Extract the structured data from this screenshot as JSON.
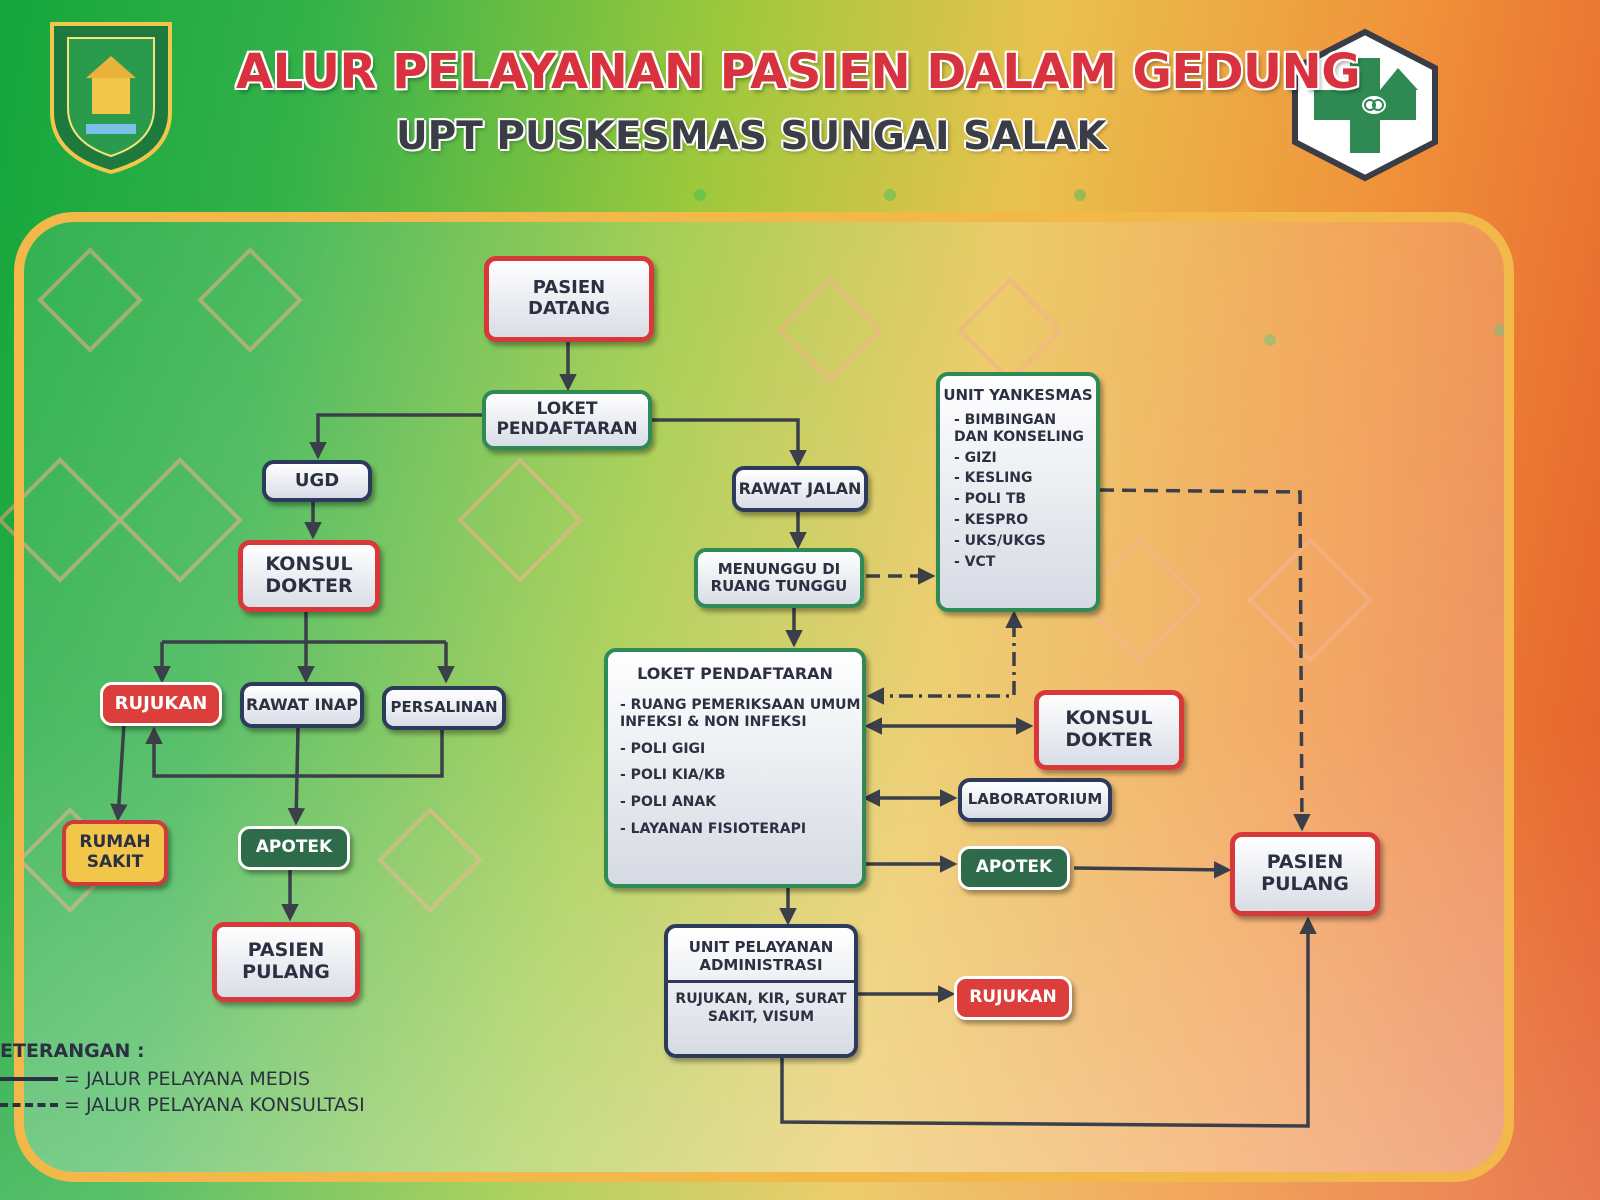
{
  "header": {
    "title": "ALUR PELAYANAN PASIEN DALAM GEDUNG",
    "subtitle": "UPT PUSKESMAS SUNGAI SALAK"
  },
  "colors": {
    "red": "#d9383b",
    "navy": "#2c3a5c",
    "green_dark": "#2d6b4a",
    "yellow": "#f1c64a",
    "frame": "#f2b84a"
  },
  "icons": {
    "left_logo": "regency-emblem-icon",
    "right_logo": "puskesmas-cross-icon"
  },
  "nodes": {
    "pasien_datang": "PASIEN\nDATANG",
    "loket_pendaftaran_top": "LOKET\nPENDAFTARAN",
    "ugd": "UGD",
    "konsul_dokter_left": "KONSUL\nDOKTER",
    "rujukan_left": "RUJUKAN",
    "rawat_inap": "RAWAT INAP",
    "persalinan": "PERSALINAN",
    "rumah_sakit": "RUMAH\nSAKIT",
    "apotek_left": "APOTEK",
    "pasien_pulang_left": "PASIEN\nPULANG",
    "rawat_jalan": "RAWAT JALAN",
    "menunggu": "MENUNGGU DI\nRUANG TUNGGU",
    "unit_yankesmas": {
      "title": "UNIT YANKESMAS",
      "items": [
        "BIMBINGAN\nDAN KONSELING",
        "GIZI",
        "KESLING",
        "POLI TB",
        "KESPRO",
        "UKS/UKGS",
        "VCT"
      ]
    },
    "loket_pendaftaran_main": {
      "title": "LOKET PENDAFTARAN",
      "items": [
        "RUANG PEMERIKSAAN UMUM\nINFEKSI & NON INFEKSI",
        "POLI GIGI",
        "POLI KIA/KB",
        "POLI ANAK",
        "LAYANAN FISIOTERAPI"
      ]
    },
    "konsul_dokter_right": "KONSUL\nDOKTER",
    "laboratorium": "LABORATORIUM",
    "apotek_right": "APOTEK",
    "pasien_pulang_right": "PASIEN\nPULANG",
    "unit_administrasi": {
      "title": "UNIT PELAYANAN\nADMINISTRASI",
      "body": "RUJUKAN, KIR, SURAT\nSAKIT, VISUM"
    },
    "rujukan_right": "RUJUKAN"
  },
  "legend": {
    "title": "ETERANGAN :",
    "solid": "= JALUR PELAYANA MEDIS",
    "dashed": "= JALUR PELAYANA KONSULTASI"
  }
}
